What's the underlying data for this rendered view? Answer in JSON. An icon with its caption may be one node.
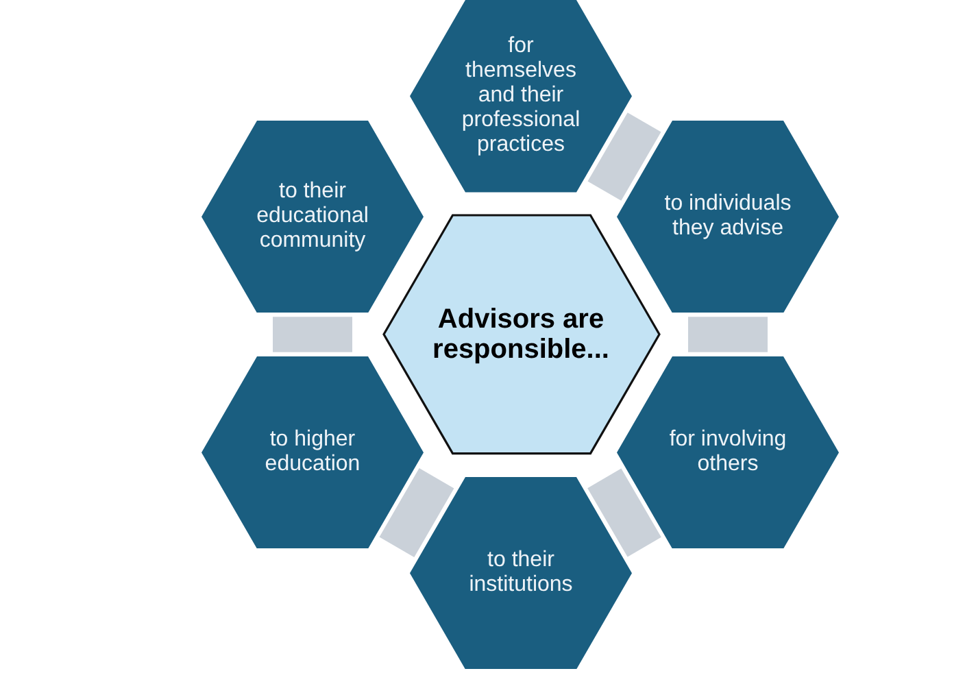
{
  "diagram": {
    "nodes": [
      {
        "text": [
          "Advisors are responsible..."
        ]
      },
      {
        "text": [
          "for themselves and their professional practices"
        ]
      },
      {
        "text": [
          "to individuals they advise"
        ]
      },
      {
        "text": [
          "for involving others"
        ]
      },
      {
        "text": [
          "to their institutions"
        ]
      },
      {
        "text": [
          "to higher education"
        ]
      },
      {
        "text": [
          "to their educational community"
        ]
      }
    ],
    "edges": [
      {
        "from": 1,
        "to": 2,
        "arrow": "none"
      },
      {
        "from": 2,
        "to": 3,
        "arrow": "none"
      },
      {
        "from": 3,
        "to": 4,
        "arrow": "none"
      },
      {
        "from": 4,
        "to": 5,
        "arrow": "none"
      },
      {
        "from": 5,
        "to": 6,
        "arrow": "none"
      }
    ]
  }
}
